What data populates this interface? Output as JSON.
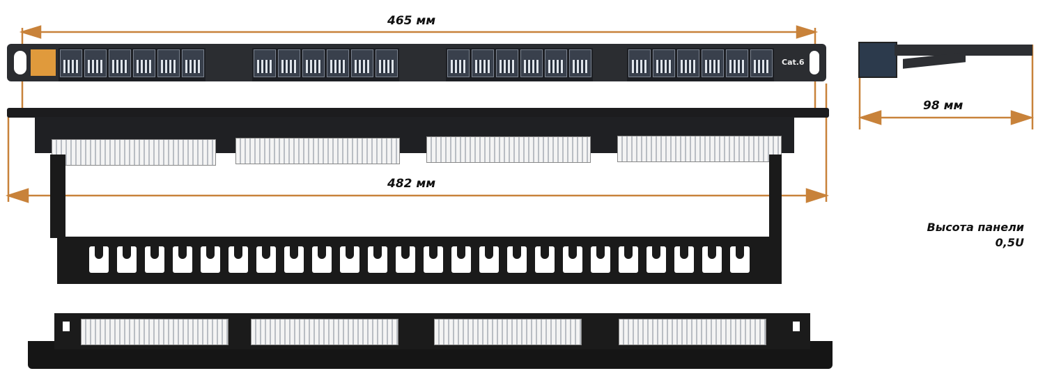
{
  "dimensions": {
    "front_width": "465 мм",
    "overall_width": "482 мм",
    "depth": "98 мм"
  },
  "note": {
    "line1": "Высота панели",
    "line2": "0,5U"
  },
  "product": {
    "marking": "Cat.6",
    "port_groups": 4,
    "ports_per_group": 6,
    "cable_slots": 24
  },
  "colors": {
    "dimension_line": "#c8823a",
    "panel": "#2b2d31",
    "label_accent": "#e09a3c"
  }
}
